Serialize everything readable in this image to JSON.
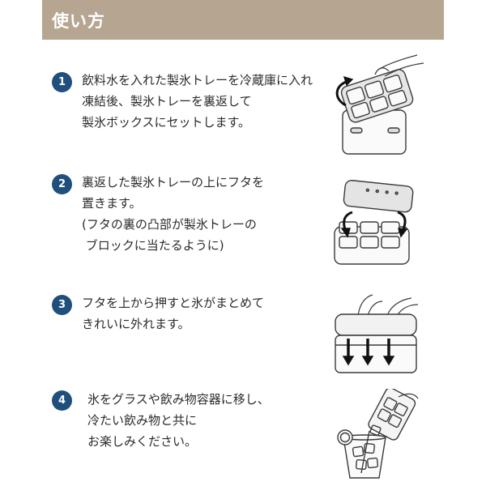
{
  "header": {
    "title": "使い方",
    "background": "#b5a591"
  },
  "accent_color": "#1f4f7c",
  "steps": [
    {
      "number": "1",
      "lines": [
        "飲料水を入れた製氷トレーを冷蔵庫に入れ",
        "凍結後、製氷トレーを裏返して",
        "製氷ボックスにセットします。"
      ],
      "illustration": "flip-tray-icon"
    },
    {
      "number": "2",
      "lines": [
        "裏返した製氷トレーの上にフタを",
        "置きます。",
        "(フタの裏の凸部が製氷トレーの",
        " ブロックに当たるように)"
      ],
      "illustration": "place-lid-icon"
    },
    {
      "number": "3",
      "lines": [
        "フタを上から押すと氷がまとめて",
        "きれいに外れます。"
      ],
      "illustration": "press-lid-icon"
    },
    {
      "number": "4",
      "lines": [
        "氷をグラスや飲み物容器に移し、",
        "冷たい飲み物と共に",
        "お楽しみください。"
      ],
      "illustration": "pour-glass-icon"
    }
  ]
}
